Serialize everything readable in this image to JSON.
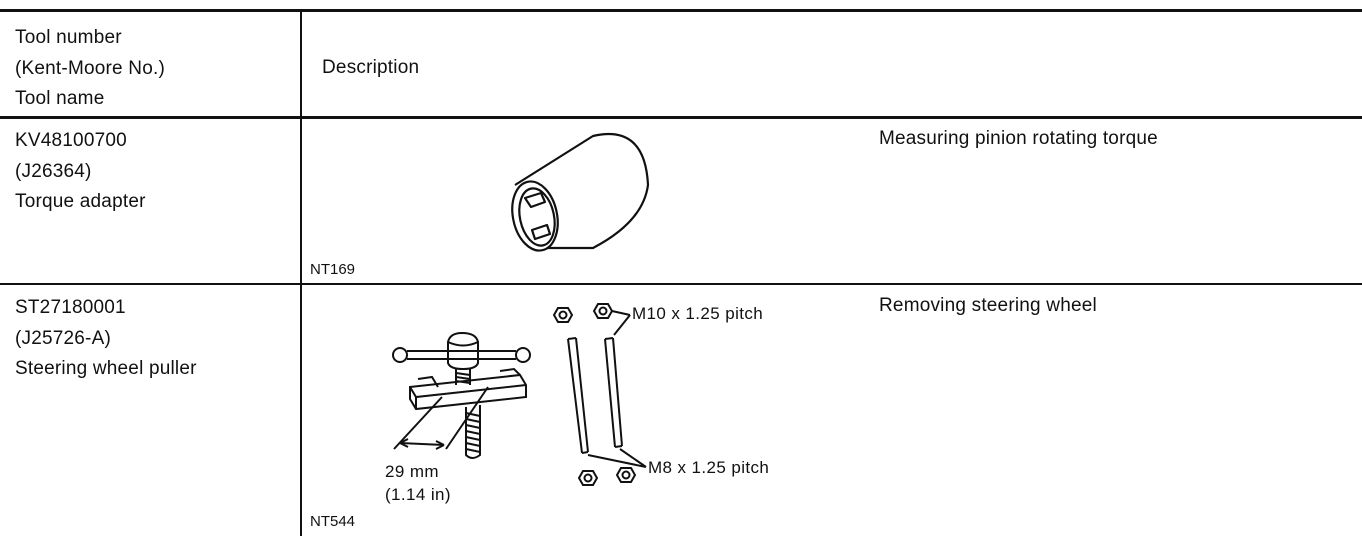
{
  "header": {
    "col1": [
      "Tool number",
      "(Kent-Moore No.)",
      "Tool name"
    ],
    "col2": "Description"
  },
  "rows": [
    {
      "tool_number": "KV48100700",
      "kent_moore": "(J26364)",
      "tool_name": "Torque adapter",
      "description": "Measuring pinion rotating torque",
      "figure_code": "NT169"
    },
    {
      "tool_number": "ST27180001",
      "kent_moore": "(J25726-A)",
      "tool_name": "Steering wheel puller",
      "description": "Removing steering wheel",
      "figure_code": "NT544",
      "labels": {
        "m10": "M10 x 1.25 pitch",
        "m8": "M8 x 1.25 pitch",
        "dim_mm": "29 mm",
        "dim_in": "(1.14 in)"
      }
    }
  ]
}
